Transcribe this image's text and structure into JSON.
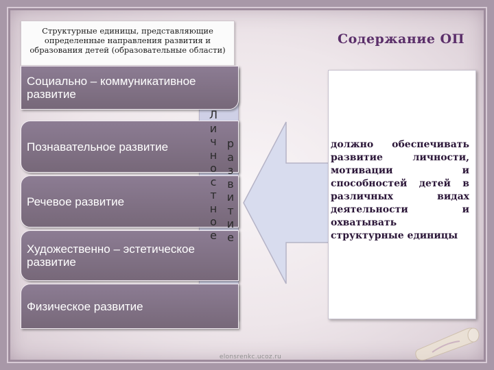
{
  "header": {
    "text": "Структурные единицы, представляющие определенные направления развития и образования детей (образовательные области)"
  },
  "content_title": "Содержание ОП",
  "categories": [
    "Социально – коммуникативное развитие",
    "Познавательное развитие",
    "Речевое развитие",
    "Художественно – эстетическое развитие",
    "Физическое развитие"
  ],
  "vertical_words": {
    "left": [
      "Л",
      "и",
      "ч",
      "н",
      "о",
      "с",
      "т",
      "н",
      "о",
      "е"
    ],
    "right": [
      "р",
      "а",
      "з",
      "в",
      "и",
      "т",
      "и",
      "е"
    ]
  },
  "right_box": {
    "text": "должно обеспечивать развитие личности, мотивации и способностей детей в различных видах деятельности и охватывать структурные единицы"
  },
  "footer": "elonsrenkc.ucoz.ru",
  "colors": {
    "category_fill": "#7f6e87",
    "bar_fill": "#cfd0e6",
    "title_color": "#5b2f6a",
    "arrow_fill": "#d8dcee"
  }
}
